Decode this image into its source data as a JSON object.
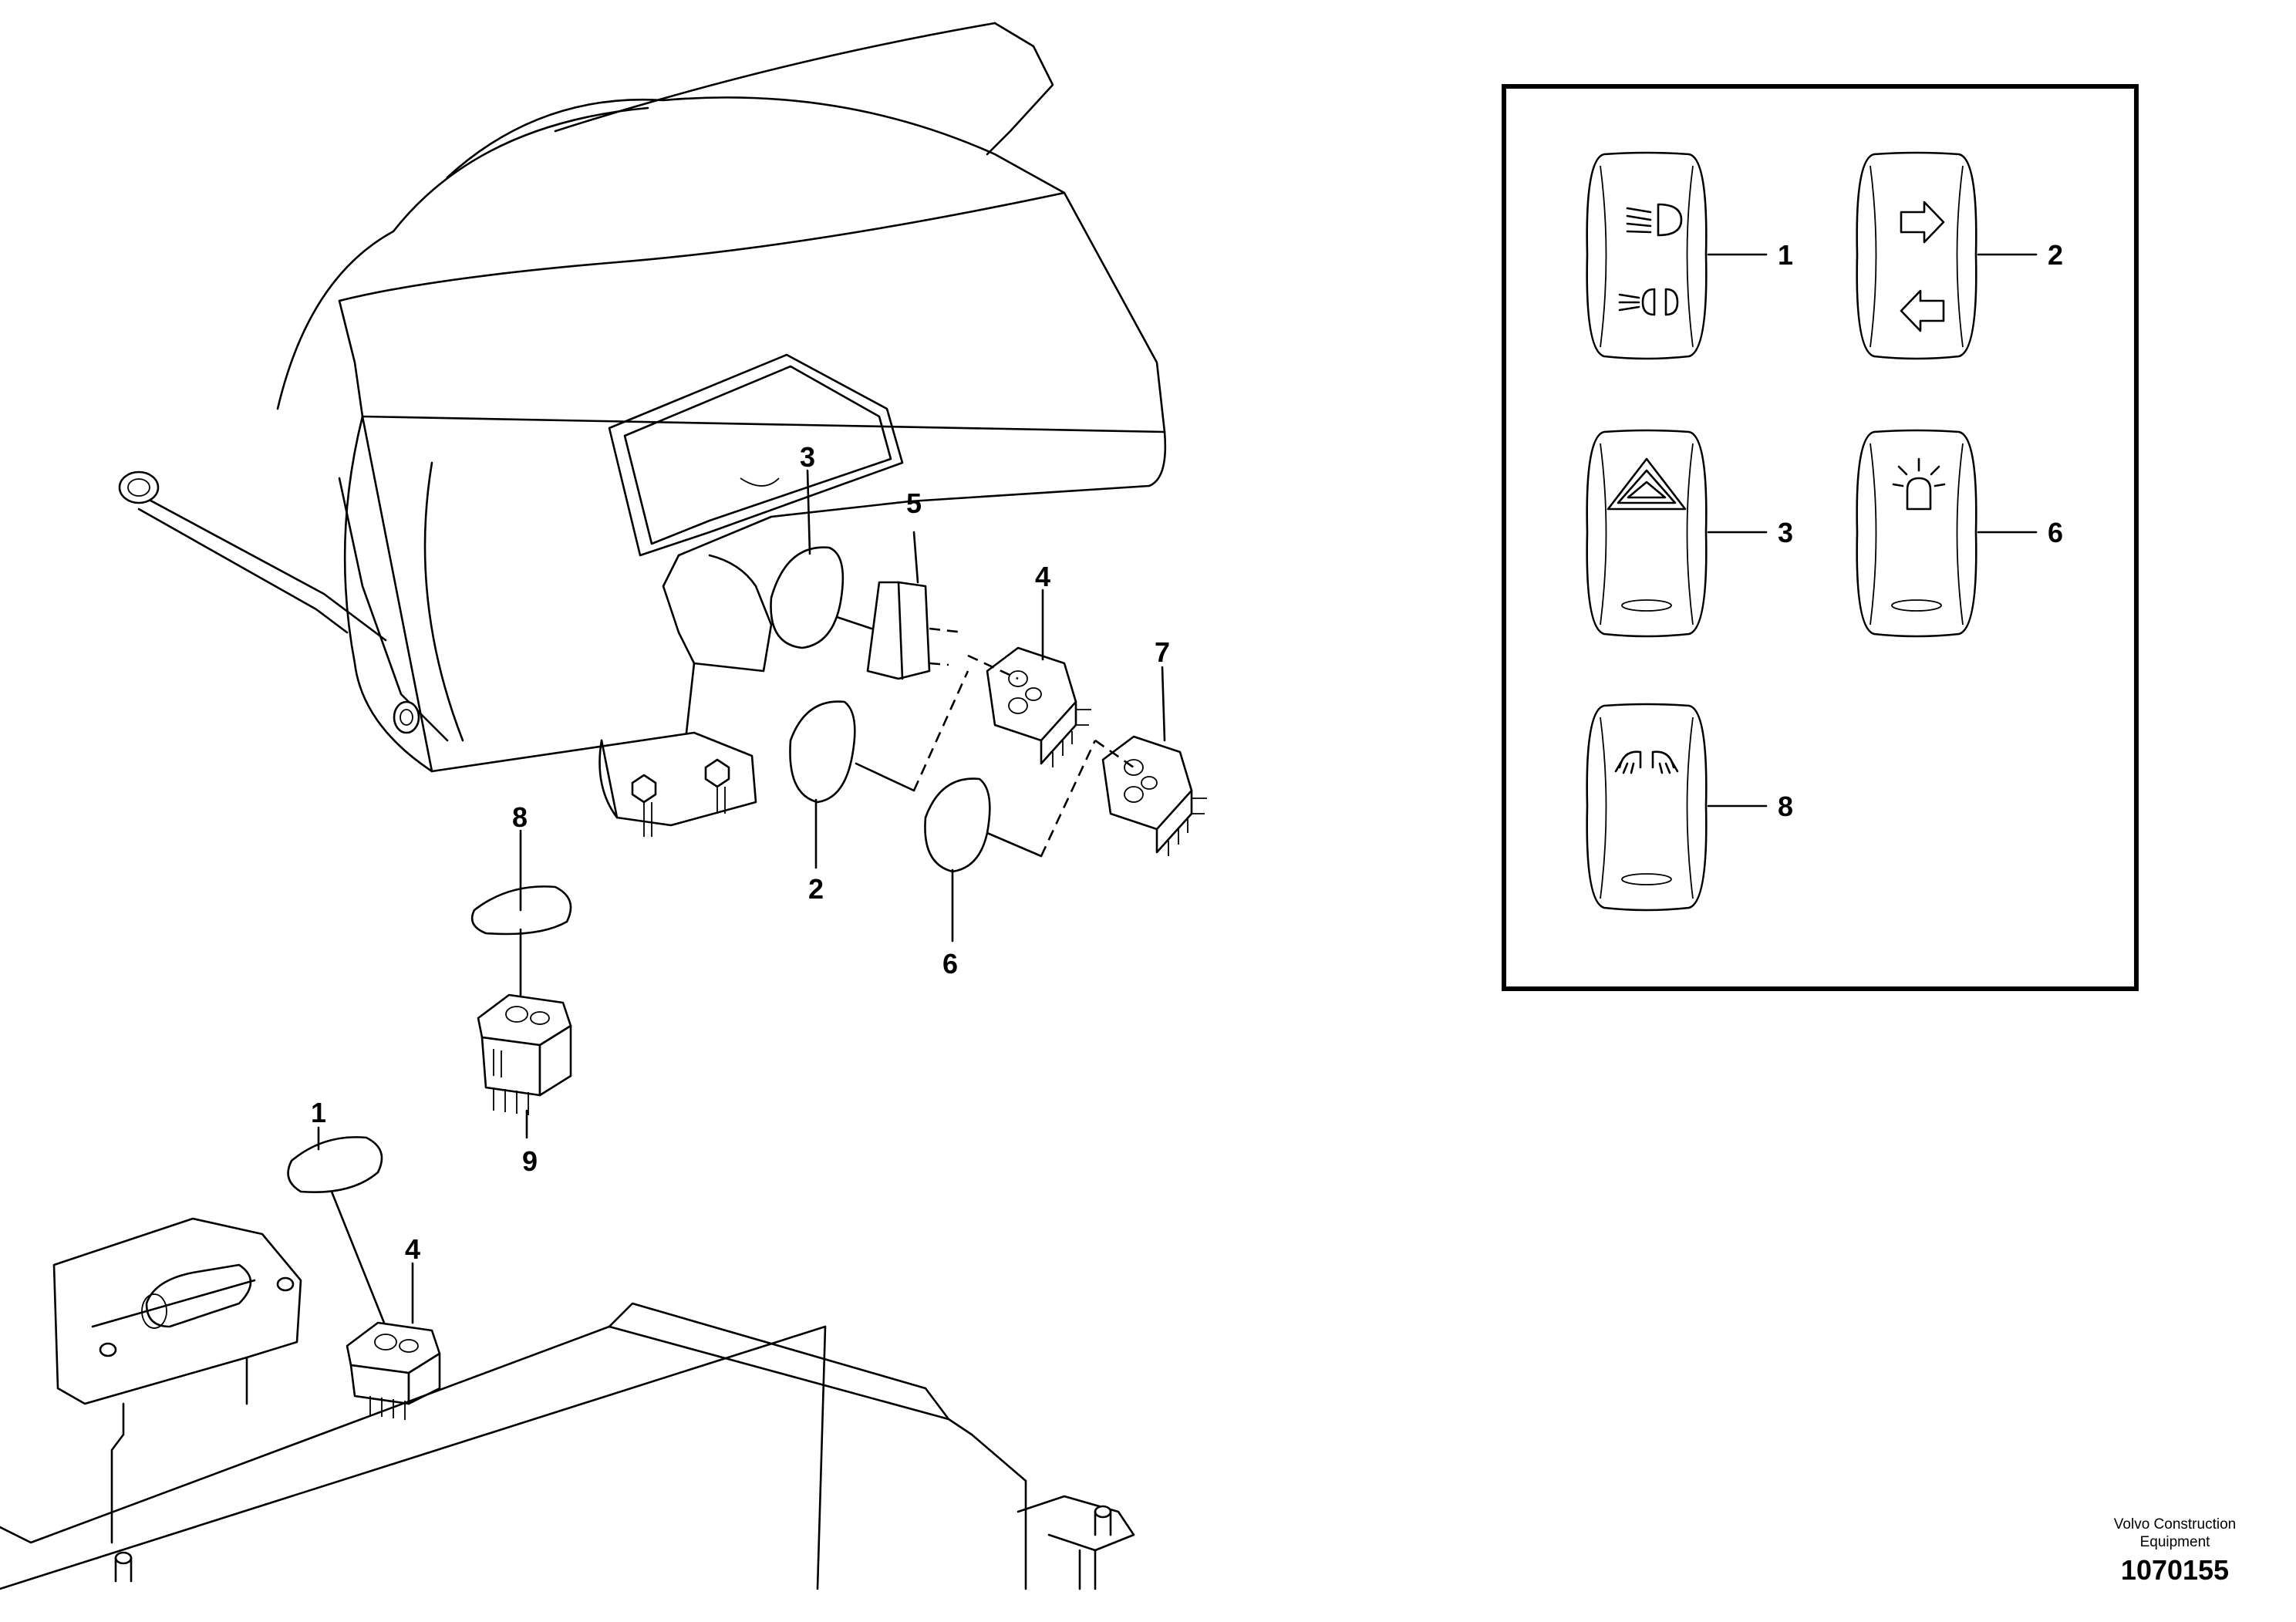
{
  "main_callouts": {
    "c3": "3",
    "c5": "5",
    "c4a": "4",
    "c7": "7",
    "c2": "2",
    "c6": "6",
    "c8": "8",
    "c9": "9",
    "c1": "1",
    "c4b": "4"
  },
  "legend": {
    "items": [
      {
        "label": "1",
        "icon": "headlight-dipped-beam-icon"
      },
      {
        "label": "2",
        "icon": "direction-arrows-icon"
      },
      {
        "label": "3",
        "icon": "hazard-warning-triangle-icon"
      },
      {
        "label": "6",
        "icon": "rotating-beacon-icon"
      },
      {
        "label": "8",
        "icon": "work-lights-icon"
      }
    ]
  },
  "footer": {
    "company_line1": "Volvo Construction",
    "company_line2": "Equipment",
    "document_number": "1070155"
  }
}
